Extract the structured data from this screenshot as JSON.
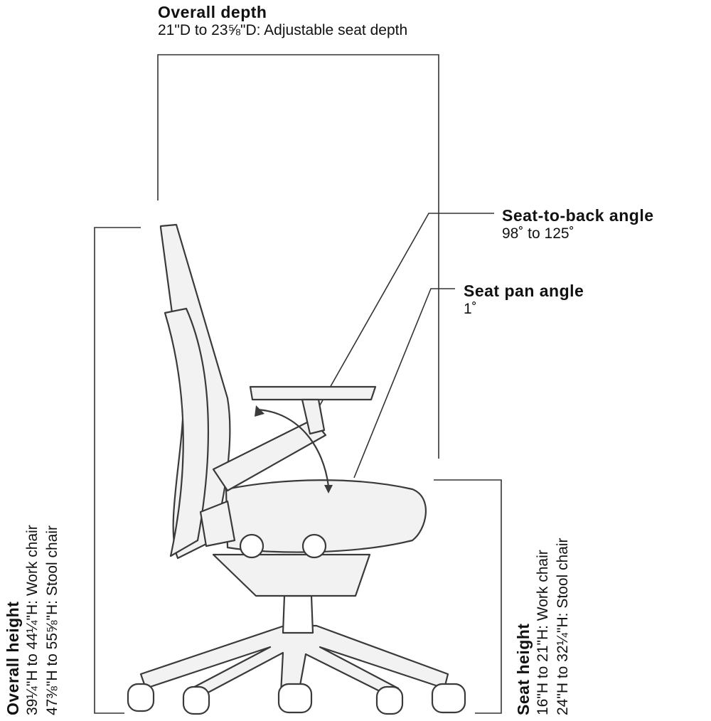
{
  "overall_depth": {
    "title": "Overall depth",
    "value": "21\"D to 23⅝\"D: Adjustable seat depth"
  },
  "seat_to_back_angle": {
    "title": "Seat-to-back angle",
    "value": "98˚ to 125˚"
  },
  "seat_pan_angle": {
    "title": "Seat pan angle",
    "value": "1˚"
  },
  "overall_height": {
    "title": "Overall height",
    "work_chair": "39¼\"H to 44¼\"H: Work chair",
    "stool_chair": "47⅜\"H to 55⅝\"H: Stool chair"
  },
  "seat_height": {
    "title": "Seat height",
    "work_chair": "16\"H to 21\"H: Work chair",
    "stool_chair": "24\"H to 32¼\"H: Stool chair"
  },
  "icons": [
    "chair-diagram",
    "angle-arc-arrow"
  ]
}
